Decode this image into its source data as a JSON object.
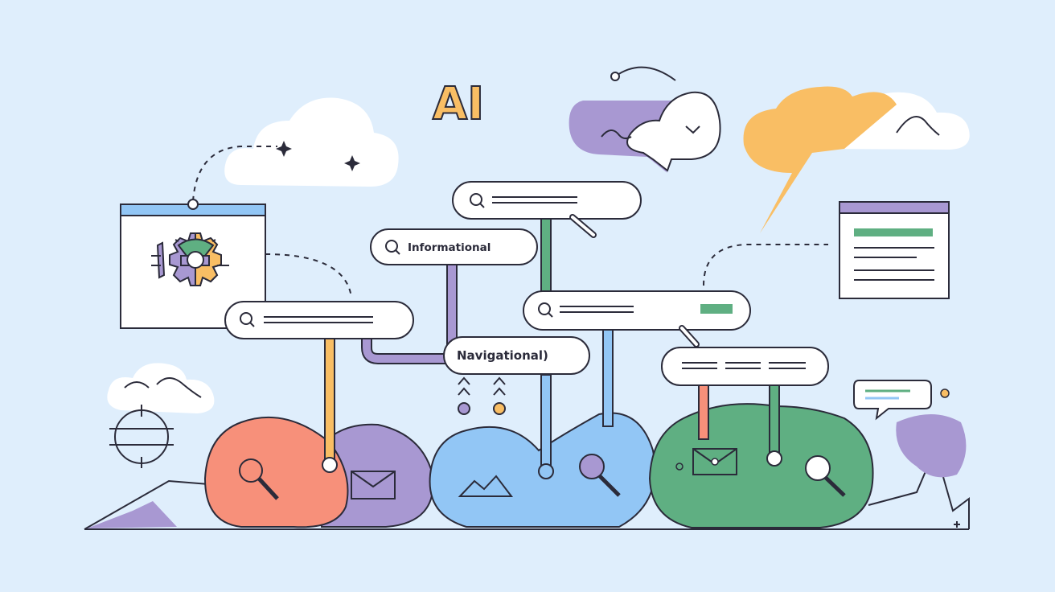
{
  "heading": {
    "text": "AI"
  },
  "search_bars": {
    "informational": {
      "label": "Informational"
    },
    "navigational": {
      "label": "Navigational)"
    }
  },
  "colors": {
    "background": "#dfeefc",
    "outline": "#2b2b3a",
    "coral": "#f7907a",
    "purple": "#a898d2",
    "blue": "#92c6f5",
    "green": "#5faf82",
    "yellow": "#f9be64",
    "white": "#ffffff"
  },
  "icons": [
    "gear-icon",
    "search-icon",
    "magnifier-icon",
    "envelope-icon",
    "mountain-icon",
    "sparkle-icon",
    "globe-icon",
    "cloud-icon",
    "speech-bubble-icon",
    "document-icon",
    "browser-window-icon"
  ]
}
